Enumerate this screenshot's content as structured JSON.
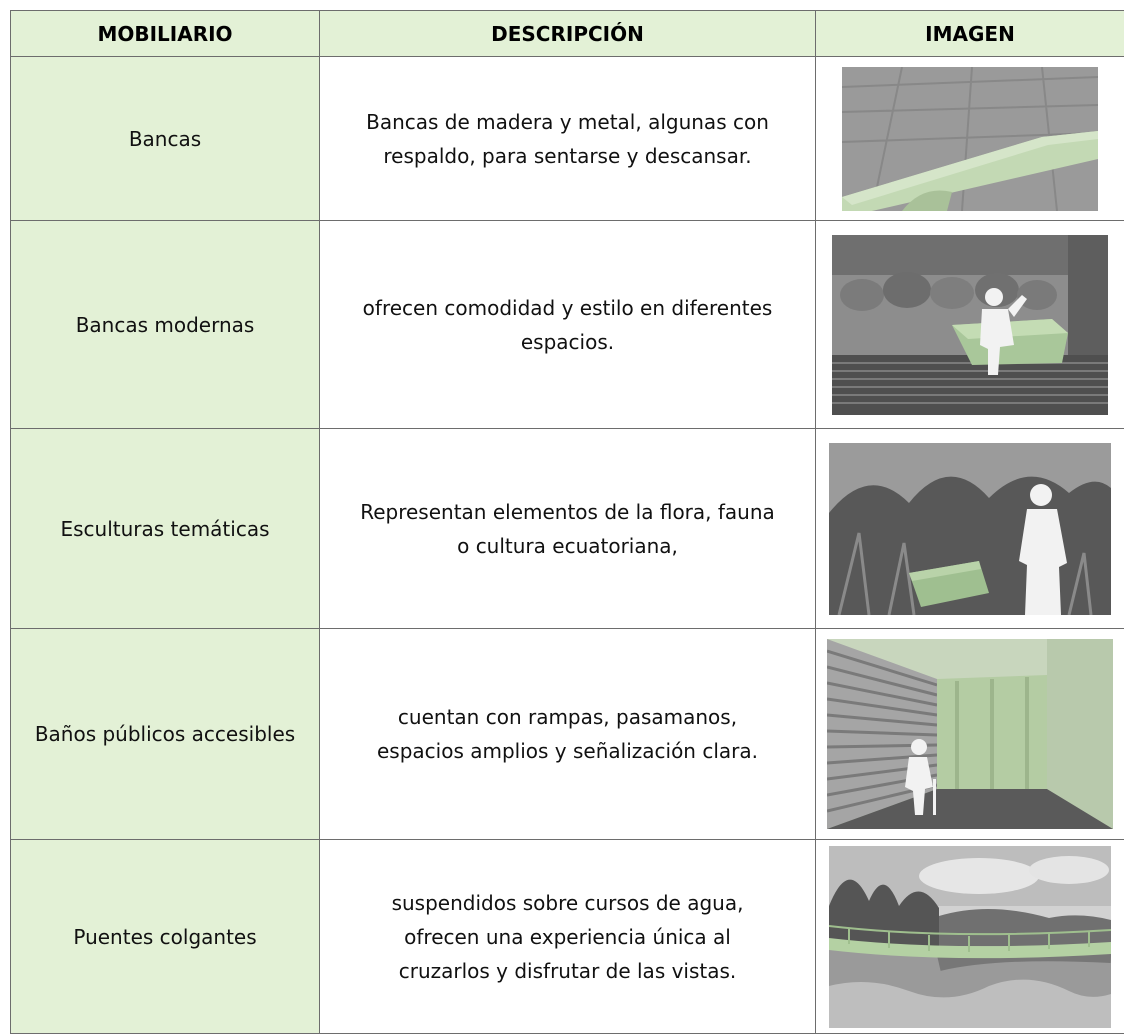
{
  "table": {
    "headers": {
      "furniture": "MOBILIARIO",
      "description": "DESCRIPCIÓN",
      "image": "IMAGEN"
    },
    "rows": [
      {
        "name": "Bancas",
        "description": "Bancas de madera y metal, algunas con respaldo, para sentarse y descansar.",
        "image_icon": "bench-photo"
      },
      {
        "name": "Bancas modernas",
        "description": "ofrecen comodidad y estilo en diferentes espacios.",
        "image_icon": "modern-bench-photo"
      },
      {
        "name": "Esculturas temáticas",
        "description": "Representan elementos de la flora, fauna o cultura ecuatoriana,",
        "image_icon": "sculpture-garden-photo"
      },
      {
        "name": "Baños públicos accesibles",
        "description": "cuentan con rampas, pasamanos, espacios amplios y señalización clara.",
        "image_icon": "accessible-restroom-photo"
      },
      {
        "name": "Puentes colgantes",
        "description": "suspendidos sobre cursos de agua, ofrecen una experiencia única al cruzarlos y disfrutar de las vistas.",
        "image_icon": "hanging-bridge-photo"
      }
    ]
  },
  "colors": {
    "header_bg": "#e3f1d6",
    "name_cell_bg": "#e3f1d6",
    "border": "#6d6d6d",
    "render_green": "#b6d3a4"
  }
}
